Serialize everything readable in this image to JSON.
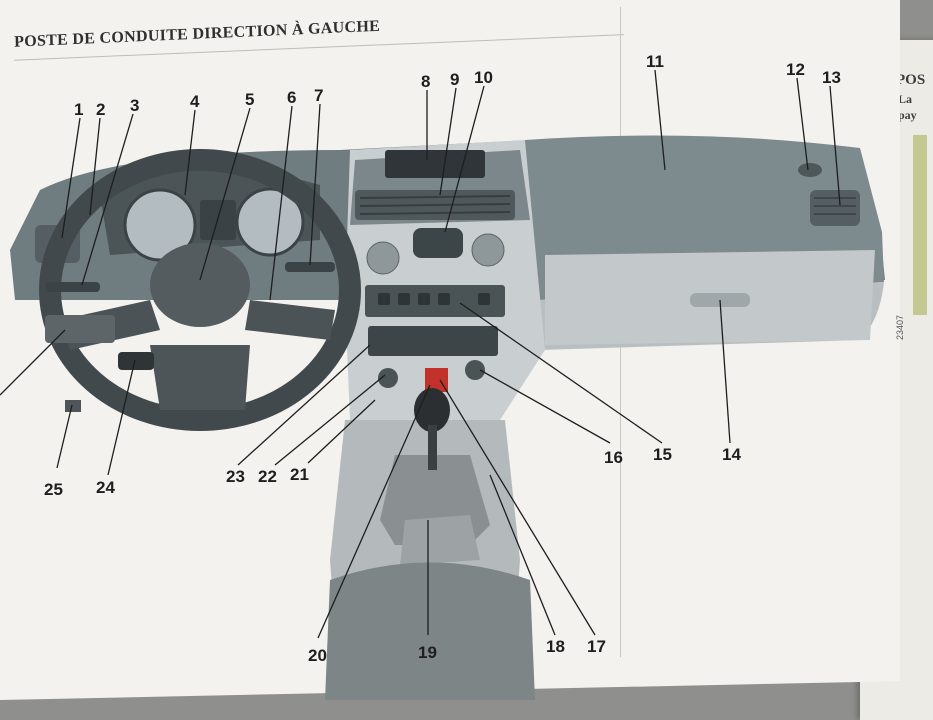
{
  "page": {
    "title": "POSTE DE CONDUITE DIRECTION À GAUCHE",
    "figure_reference": "23407",
    "next_page_heading": "POS",
    "next_page_lines": [
      "La",
      "pay"
    ]
  },
  "callouts": [
    {
      "id": "1",
      "label": "1"
    },
    {
      "id": "2",
      "label": "2"
    },
    {
      "id": "3",
      "label": "3"
    },
    {
      "id": "4",
      "label": "4"
    },
    {
      "id": "5",
      "label": "5"
    },
    {
      "id": "6",
      "label": "6"
    },
    {
      "id": "7",
      "label": "7"
    },
    {
      "id": "8",
      "label": "8"
    },
    {
      "id": "9",
      "label": "9"
    },
    {
      "id": "10",
      "label": "10"
    },
    {
      "id": "11",
      "label": "11"
    },
    {
      "id": "12",
      "label": "12"
    },
    {
      "id": "13",
      "label": "13"
    },
    {
      "id": "14",
      "label": "14"
    },
    {
      "id": "15",
      "label": "15"
    },
    {
      "id": "16",
      "label": "16"
    },
    {
      "id": "17",
      "label": "17"
    },
    {
      "id": "18",
      "label": "18"
    },
    {
      "id": "19",
      "label": "19"
    },
    {
      "id": "20",
      "label": "20"
    },
    {
      "id": "21",
      "label": "21"
    },
    {
      "id": "22",
      "label": "22"
    },
    {
      "id": "23",
      "label": "23"
    },
    {
      "id": "24",
      "label": "24"
    },
    {
      "id": "25",
      "label": "25"
    }
  ]
}
